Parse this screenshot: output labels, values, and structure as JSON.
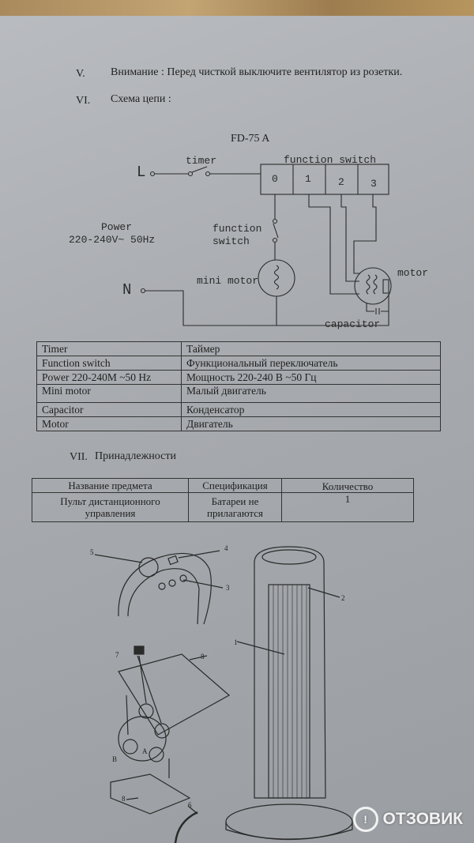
{
  "sections": {
    "v_num": "V.",
    "v_text": "Внимание : Перед чисткой выключите вентилятор из розетки.",
    "vi_num": "VI.",
    "vi_text": "Схема цепи :",
    "vii_num": "VII.",
    "vii_text": "Принадлежности"
  },
  "circuit": {
    "model": "FD-75 A",
    "L": "L",
    "N": "N",
    "timer": "timer",
    "function_switch_top": "function switch",
    "switch_positions": [
      "0",
      "1",
      "2",
      "3"
    ],
    "power_line1": "Power",
    "power_line2": "220-240V~ 50Hz",
    "fs_line1": "function",
    "fs_line2": "switch",
    "mini_motor": "mini motor",
    "motor": "motor",
    "capacitor": "capacitor"
  },
  "glossary": [
    {
      "en": "Timer",
      "ru": "Таймер"
    },
    {
      "en": "Function switch",
      "ru": "Функциональный переключатель"
    },
    {
      "en": "Power 220-240M ~50 Hz",
      "ru": "Мощность 220-240 В ~50 Гц"
    },
    {
      "en": "Mini motor",
      "ru": "Малый двигатель"
    },
    {
      "en": "Capacitor",
      "ru": "Конденсатор"
    },
    {
      "en": "Motor",
      "ru": "Двигатель"
    }
  ],
  "accessories": {
    "headers": [
      "Название предмета",
      "Спецификация",
      "Количество"
    ],
    "row": {
      "name1": "Пульт дистанционного",
      "name2": "управления",
      "spec1": "Батареи не",
      "spec2": "прилагаются",
      "qty": "1"
    }
  },
  "callouts": [
    "1",
    "2",
    "3",
    "4",
    "5",
    "6",
    "7",
    "8",
    "8",
    "A",
    "B"
  ],
  "watermark": "ОТЗОВИК"
}
